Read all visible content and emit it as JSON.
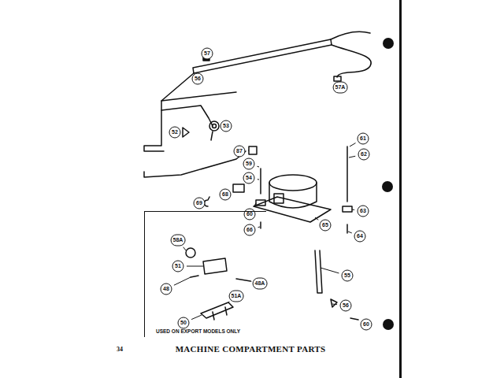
{
  "diagram": {
    "title": "MACHINE COMPARTMENT PARTS",
    "nodes": [
      {
        "text": [
          "USED ON EXPORT MODELS ONLY"
        ]
      }
    ],
    "labels": [
      "57",
      "57A",
      "56",
      "52",
      "53",
      "87",
      "59",
      "54",
      "61",
      "62",
      "68",
      "69",
      "63",
      "60",
      "66",
      "65",
      "64",
      "58A",
      "51",
      "48A",
      "48",
      "50",
      "51A",
      "55",
      "56",
      "60",
      "34"
    ]
  }
}
